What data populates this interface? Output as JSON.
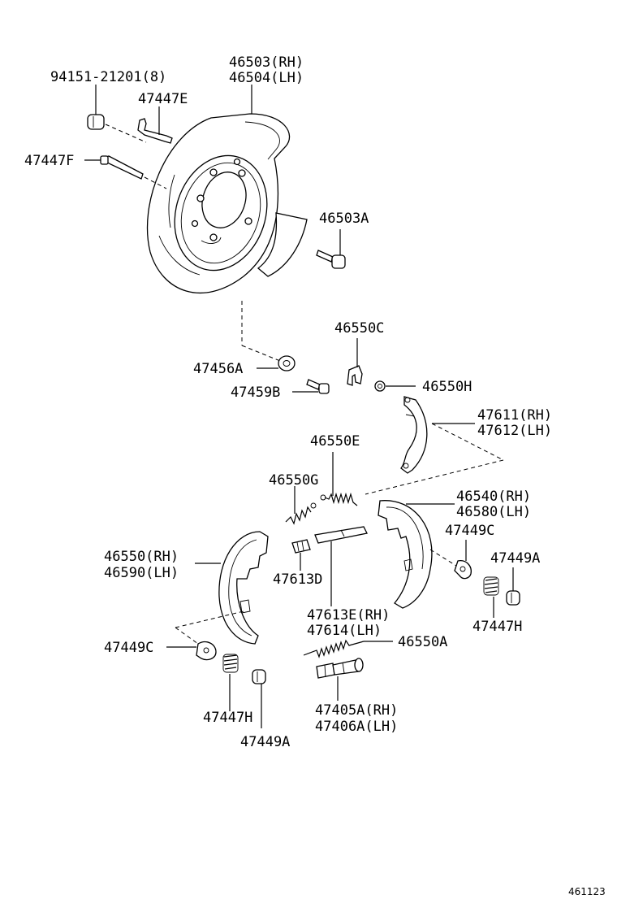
{
  "labels": {
    "l_94151": "94151-21201(8)",
    "l_47447E": "47447E",
    "l_46503": "46503(RH)",
    "l_46504": "46504(LH)",
    "l_47447F": "47447F",
    "l_46503A": "46503A",
    "l_46550C": "46550C",
    "l_47456A": "47456A",
    "l_47459B": "47459B",
    "l_46550H": "46550H",
    "l_47611": "47611(RH)",
    "l_47612": "47612(LH)",
    "l_46550E": "46550E",
    "l_46550G": "46550G",
    "l_46540": "46540(RH)",
    "l_46580": "46580(LH)",
    "l_47449C_r": "47449C",
    "l_47449A_r": "47449A",
    "l_46550": "46550(RH)",
    "l_46590": "46590(LH)",
    "l_47613D": "47613D",
    "l_47613E": "47613E(RH)",
    "l_47614": "47614(LH)",
    "l_47447H_r": "47447H",
    "l_47449C_l": "47449C",
    "l_46550A": "46550A",
    "l_47447H_l": "47447H",
    "l_47405A": "47405A(RH)",
    "l_47406A": "47406A(LH)",
    "l_47449A_l": "47449A"
  },
  "figure_id": "461123"
}
